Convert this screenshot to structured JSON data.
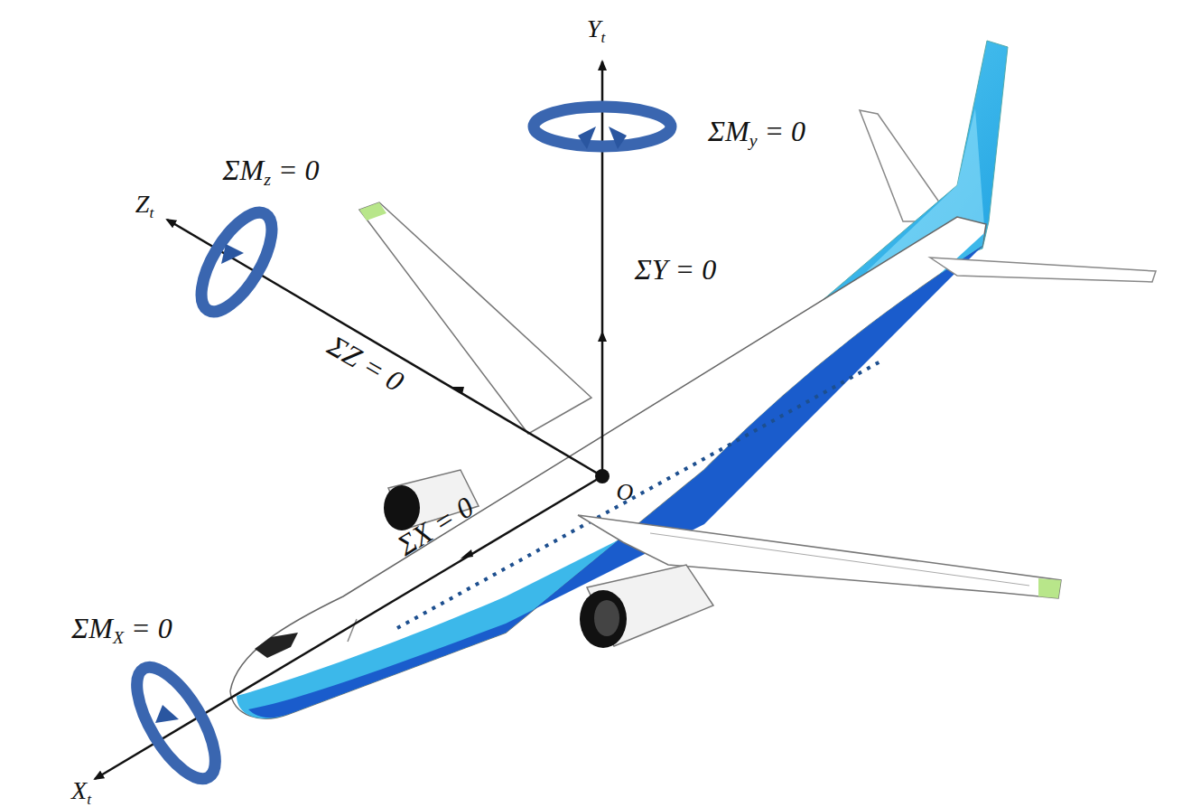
{
  "diagram": {
    "labels": [
      "Yt",
      "ΣMy = 0",
      "ΣMz = 0",
      "Zt",
      "ΣY = 0",
      "ΣZ = 0",
      "O",
      "ΣX = 0",
      "ΣMX = 0",
      "Xt"
    ]
  }
}
